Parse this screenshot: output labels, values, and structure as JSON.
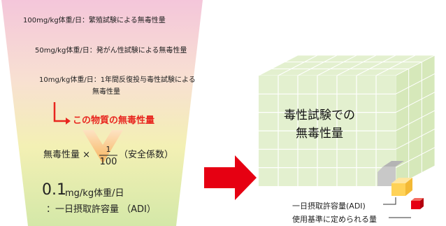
{
  "funnel": {
    "lines": [
      "100mg/kg体重/日：繁殖試験による無毒性量",
      "50mg/kg体重/日：発がん性試験による無毒性量",
      "10mg/kg体重/日：1年間反復投与毒性試験による",
      "無毒性量"
    ],
    "highlight": "この物質の無毒性量",
    "formula_prefix": "無毒性量 ×",
    "fraction_num": "1",
    "fraction_den": "100",
    "formula_suffix": "（安全係数）",
    "result_value": "0.1",
    "result_unit": "mg/kg体重/日",
    "result_label": "：一日摂取許容量 （ADI）"
  },
  "cube": {
    "label_line1": "毒性試験での",
    "label_line2": "無毒性量"
  },
  "legend": {
    "adi": "一日摂取許容量(ADI)",
    "usage": "使用基準に定められる量"
  },
  "colors": {
    "highlight_red": "#e8261f",
    "arrow_red": "#e60012",
    "cube_green": "#e3f0cf",
    "adi_yellow": "#ffd257",
    "usage_red": "#e60012"
  }
}
